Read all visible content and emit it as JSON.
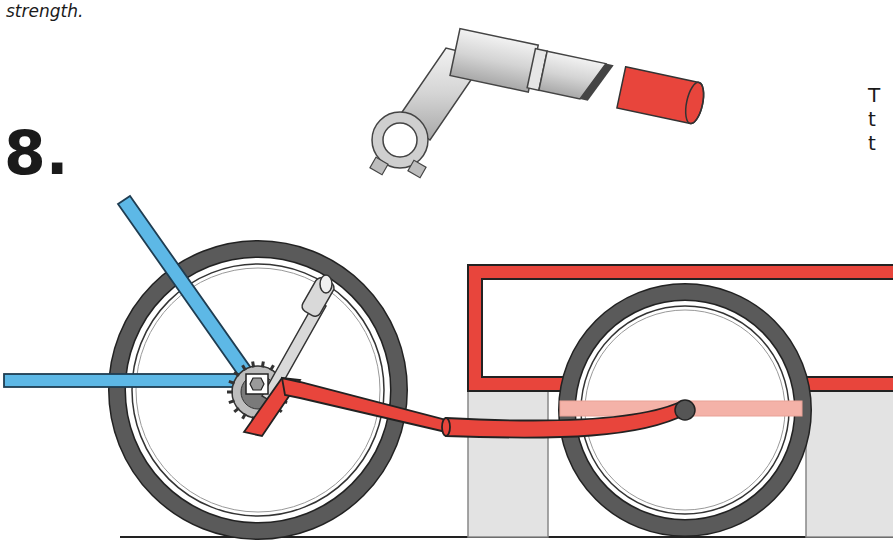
{
  "diagram": {
    "labels": [
      "strength.",
      "8.",
      "T",
      "t",
      "t"
    ]
  }
}
